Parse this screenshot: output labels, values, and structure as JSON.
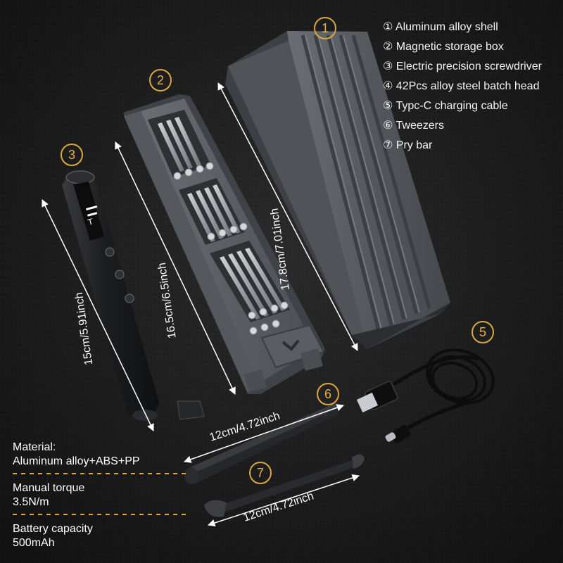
{
  "legend": [
    "① Aluminum alloy shell",
    "② Magnetic storage box",
    "③ Electric precision screwdriver",
    "④ 42Pcs alloy steel batch head",
    "⑤ Typc-C charging cable",
    "⑥ Tweezers",
    "⑦ Pry bar"
  ],
  "badges": {
    "shell": "1",
    "box": "2",
    "screwdriver": "3",
    "cable": "5",
    "tweezers": "6",
    "pry_bar": "7"
  },
  "dimensions": {
    "shell": "17.8cm/7.01inch",
    "box": "16.5cm/6.5inch",
    "screwdriver": "15cm/5.91inch",
    "tweezers": "12cm/4.72inch",
    "pry_bar": "12cm/4.72inch"
  },
  "specs": [
    {
      "label": "Material:",
      "value": "Aluminum alloy+ABS+PP"
    },
    {
      "label": "Manual torque",
      "value": "3.5N/m"
    },
    {
      "label": "Battery capacity",
      "value": "500mAh"
    }
  ],
  "colors": {
    "accent": "#d9a93e",
    "background": "#1b1b1c",
    "metal": "#5e6166"
  }
}
